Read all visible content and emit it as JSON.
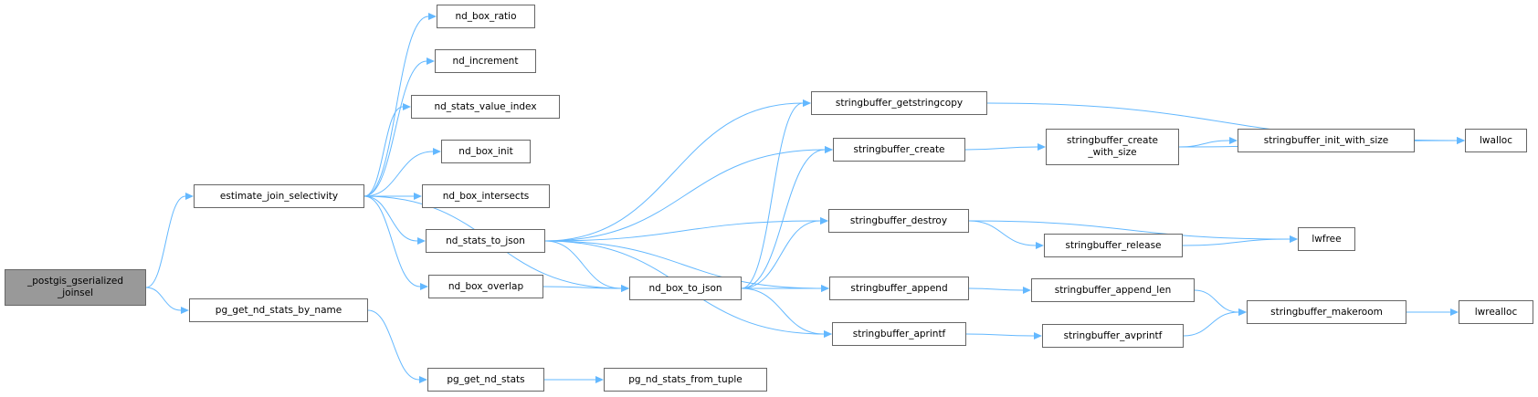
{
  "colors": {
    "edge": "#63b8ff",
    "border": "#666666",
    "root_fill": "#999999"
  },
  "nodes": {
    "root": "_postgis_gserialized\n_joinsel",
    "estimate_join_selectivity": "estimate_join_selectivity",
    "pg_get_nd_stats_by_name": "pg_get_nd_stats_by_name",
    "nd_box_ratio": "nd_box_ratio",
    "nd_increment": "nd_increment",
    "nd_stats_value_index": "nd_stats_value_index",
    "nd_box_init": "nd_box_init",
    "nd_box_intersects": "nd_box_intersects",
    "nd_stats_to_json": "nd_stats_to_json",
    "nd_box_overlap": "nd_box_overlap",
    "pg_get_nd_stats": "pg_get_nd_stats",
    "nd_box_to_json": "nd_box_to_json",
    "pg_nd_stats_from_tuple": "pg_nd_stats_from_tuple",
    "stringbuffer_getstringcopy": "stringbuffer_getstringcopy",
    "stringbuffer_create": "stringbuffer_create",
    "stringbuffer_destroy": "stringbuffer_destroy",
    "stringbuffer_append": "stringbuffer_append",
    "stringbuffer_aprintf": "stringbuffer_aprintf",
    "stringbuffer_create_with_size": "stringbuffer_create\n_with_size",
    "stringbuffer_init_with_size": "stringbuffer_init_with_size",
    "stringbuffer_release": "stringbuffer_release",
    "stringbuffer_append_len": "stringbuffer_append_len",
    "stringbuffer_avprintf": "stringbuffer_avprintf",
    "stringbuffer_makeroom": "stringbuffer_makeroom",
    "lwalloc": "lwalloc",
    "lwfree": "lwfree",
    "lwrealloc": "lwrealloc"
  },
  "edges": [
    [
      "root",
      "estimate_join_selectivity"
    ],
    [
      "root",
      "pg_get_nd_stats_by_name"
    ],
    [
      "estimate_join_selectivity",
      "nd_box_ratio"
    ],
    [
      "estimate_join_selectivity",
      "nd_increment"
    ],
    [
      "estimate_join_selectivity",
      "nd_stats_value_index"
    ],
    [
      "estimate_join_selectivity",
      "nd_box_init"
    ],
    [
      "estimate_join_selectivity",
      "nd_box_intersects"
    ],
    [
      "estimate_join_selectivity",
      "nd_stats_to_json"
    ],
    [
      "estimate_join_selectivity",
      "nd_box_overlap"
    ],
    [
      "estimate_join_selectivity",
      "nd_box_to_json"
    ],
    [
      "pg_get_nd_stats_by_name",
      "pg_get_nd_stats"
    ],
    [
      "pg_get_nd_stats",
      "pg_nd_stats_from_tuple"
    ],
    [
      "nd_stats_to_json",
      "stringbuffer_getstringcopy"
    ],
    [
      "nd_stats_to_json",
      "stringbuffer_create"
    ],
    [
      "nd_stats_to_json",
      "stringbuffer_destroy"
    ],
    [
      "nd_stats_to_json",
      "stringbuffer_append"
    ],
    [
      "nd_stats_to_json",
      "nd_box_to_json"
    ],
    [
      "nd_stats_to_json",
      "stringbuffer_aprintf"
    ],
    [
      "nd_box_overlap",
      "nd_box_to_json"
    ],
    [
      "nd_box_to_json",
      "stringbuffer_getstringcopy"
    ],
    [
      "nd_box_to_json",
      "stringbuffer_create"
    ],
    [
      "nd_box_to_json",
      "stringbuffer_destroy"
    ],
    [
      "nd_box_to_json",
      "stringbuffer_append"
    ],
    [
      "nd_box_to_json",
      "stringbuffer_aprintf"
    ],
    [
      "stringbuffer_getstringcopy",
      "lwalloc"
    ],
    [
      "stringbuffer_create",
      "stringbuffer_create_with_size"
    ],
    [
      "stringbuffer_create_with_size",
      "stringbuffer_init_with_size"
    ],
    [
      "stringbuffer_create_with_size",
      "lwalloc"
    ],
    [
      "stringbuffer_init_with_size",
      "lwalloc"
    ],
    [
      "stringbuffer_destroy",
      "lwfree"
    ],
    [
      "stringbuffer_destroy",
      "stringbuffer_release"
    ],
    [
      "stringbuffer_release",
      "lwfree"
    ],
    [
      "stringbuffer_append",
      "stringbuffer_append_len"
    ],
    [
      "stringbuffer_append_len",
      "stringbuffer_makeroom"
    ],
    [
      "stringbuffer_aprintf",
      "stringbuffer_avprintf"
    ],
    [
      "stringbuffer_avprintf",
      "stringbuffer_makeroom"
    ],
    [
      "stringbuffer_makeroom",
      "lwrealloc"
    ]
  ]
}
